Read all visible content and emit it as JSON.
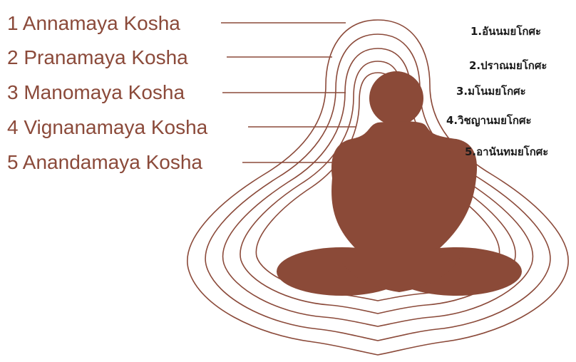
{
  "colors": {
    "figure": "#8b4a38",
    "sheath_lines": "#8b4a3a",
    "english_text": "#8b4a3a",
    "thai_text": "#1a1a1a",
    "background": "#ffffff"
  },
  "koshas": [
    {
      "number": "1",
      "name": "Annamaya Kosha",
      "en_label": "1 Annamaya Kosha",
      "th_label": "1.อันนมยโกศะ"
    },
    {
      "number": "2",
      "name": "Pranamaya Kosha",
      "en_label": "2 Pranamaya Kosha",
      "th_label": "2.ปราณมยโกศะ"
    },
    {
      "number": "3",
      "name": "Manomaya Kosha",
      "en_label": "3 Manomaya Kosha",
      "th_label": "3.มโนมยโกศะ"
    },
    {
      "number": "4",
      "name": "Vignanamaya Kosha",
      "en_label": "4 Vignanamaya Kosha",
      "th_label": "4.วิชญานมยโกศะ"
    },
    {
      "number": "5",
      "name": "Anandamaya Kosha",
      "en_label": "5 Anandamaya Kosha",
      "th_label": "5.อานันทมยโกศะ"
    }
  ],
  "figure": {
    "name": "seated-meditating-figure"
  }
}
